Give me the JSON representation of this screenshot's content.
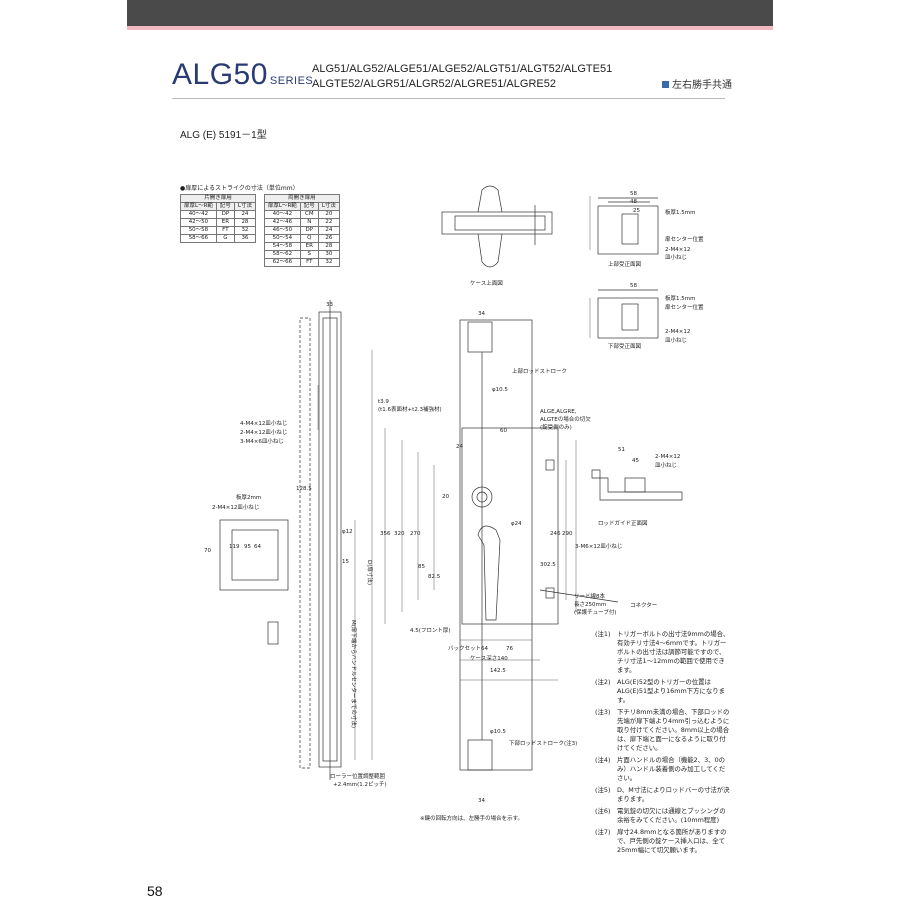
{
  "header": {
    "series_main": "ALG50",
    "series_suffix": "SERIES",
    "models_line1": "ALG51/ALG52/ALGE51/ALGE52/ALGT51/ALGT52/ALGTE51",
    "models_line2": "ALGTE52/ALGR51/ALGR52/ALGRE51/ALGRE52",
    "badge": "左右勝手共通",
    "badge_color": "#3c6ca8"
  },
  "model_code": "ALG (E) 5191－1型",
  "table_title": "●扉厚によるストライクの寸法（単位mm）",
  "table_single": {
    "caption": "片開き扉用",
    "headers": [
      "扉厚L～R範",
      "記号",
      "L寸法"
    ],
    "rows": [
      [
        "40～42",
        "DP",
        "24"
      ],
      [
        "42～50",
        "ER",
        "28"
      ],
      [
        "50～58",
        "FT",
        "32"
      ],
      [
        "58～66",
        "G",
        "36"
      ]
    ]
  },
  "table_double": {
    "caption": "両開き扉用",
    "headers": [
      "扉厚L～R範",
      "記号",
      "L寸法"
    ],
    "rows": [
      [
        "40～42",
        "CM",
        "20"
      ],
      [
        "42～46",
        "N",
        "22"
      ],
      [
        "46～50",
        "DP",
        "24"
      ],
      [
        "50～54",
        "Q",
        "26"
      ],
      [
        "54～58",
        "ER",
        "28"
      ],
      [
        "58～62",
        "S",
        "30"
      ],
      [
        "62～66",
        "FT",
        "32"
      ]
    ]
  },
  "captions": {
    "case_top": "ケース上面図",
    "upper_strike": "上部受正面図",
    "lower_strike": "下部受正面図",
    "rod_guide": "ロッドガイド正面図",
    "rotation_note": "※鍵の回転方向は、左勝手の場合を示す。"
  },
  "drawing_labels": {
    "plate_thickness": "板厚1.5mm",
    "door_center": "扉センター位置",
    "m4x12": "2-M4×12",
    "flat_screw": "皿小ねじ",
    "upper_rod_stroke": "上部ロッドストローク",
    "lower_rod_stroke": "下部ロッドストローク(注3)",
    "connector": "コネクター",
    "lead_wire": "リード線8本",
    "length_250": "長さ250mm",
    "protect_tube": "(保護チューブ付)",
    "alge_note": "ALGE,ALGRE,",
    "algte_note": "ALGTEの場合の切欠",
    "keyhole_side": "(錠受側のみ)",
    "m6x12": "3-M6×12皿小ねじ",
    "m4x12_4": "4-M4×12皿小ねじ",
    "m4x12_2": "2-M4×12皿小ねじ",
    "m4x6_3": "3-M4×6皿小ねじ",
    "plate2": "板厚2mm",
    "front_thickness": "4.5(フロント厚)",
    "backset": "バックセット64",
    "case_depth": "ケース深さ140",
    "roller_range": "ローラー位置調整範囲",
    "roller_value": "+2.4mm(1.2ピッチ)",
    "t39": "t3.9",
    "t39_detail": "(t1.6表面材+t2.3補強材)",
    "phi105": "φ10.5",
    "phi12": "φ12",
    "phi24": "φ24",
    "dim_356": "356",
    "dim_320": "320",
    "dim_290": "290",
    "dim_270": "270",
    "dim_246": "246",
    "dim_1425": "142.5",
    "dim_76": "76",
    "dim_60": "60",
    "dim_34": "34",
    "dim_33": "33",
    "dim_1285": "128.5",
    "dim_15": "15",
    "dim_20": "20",
    "dim_24": "24",
    "dim_85": "85",
    "dim_825": "82.5",
    "dim_3025": "302.5",
    "dim_64": "64",
    "dim_70": "70",
    "dim_119": "119",
    "dim_95": "95",
    "dim_58": "58",
    "dim_48": "48",
    "dim_25": "25",
    "dim_51": "51",
    "dim_45": "45",
    "door_size_label": "D(扉寸法)",
    "m_label": "M(扉下端からハンドルセンターまでの寸法)"
  },
  "notes": [
    {
      "label": "(注1)",
      "text": "トリガーボルトの出寸法9mmの場合、有効チリ寸法4～6mmです。トリガーボルトの出寸法は調節可能ですので、チリ寸法1～12mmの範囲で使用できます。"
    },
    {
      "label": "(注2)",
      "text": "ALG(E)52型のトリガーの位置はALG(E)51型より16mm下方になります。"
    },
    {
      "label": "(注3)",
      "text": "下チリ8mm未満の場合、下部ロッドの先端が扉下端より4mm引っ込むように取り付けてください。8mm以上の場合は、扉下端と面一になるように取り付けてください。"
    },
    {
      "label": "(注4)",
      "text": "片面ハンドルの場合（機能2、3、0のみ）ハンドル装着側のみ加工してください。"
    },
    {
      "label": "(注5)",
      "text": "D、M寸法によりロッドバーの寸法が決まります。"
    },
    {
      "label": "(注6)",
      "text": "電気錠の切欠には通線とブッシングの余裕をみてください。(10mm程度)"
    },
    {
      "label": "(注7)",
      "text": "扉寸24.8mmとなる箇所がありますので、戸先側の錠ケース挿入口は、全て25mm幅にて切欠願います。"
    }
  ],
  "page_number": "58"
}
